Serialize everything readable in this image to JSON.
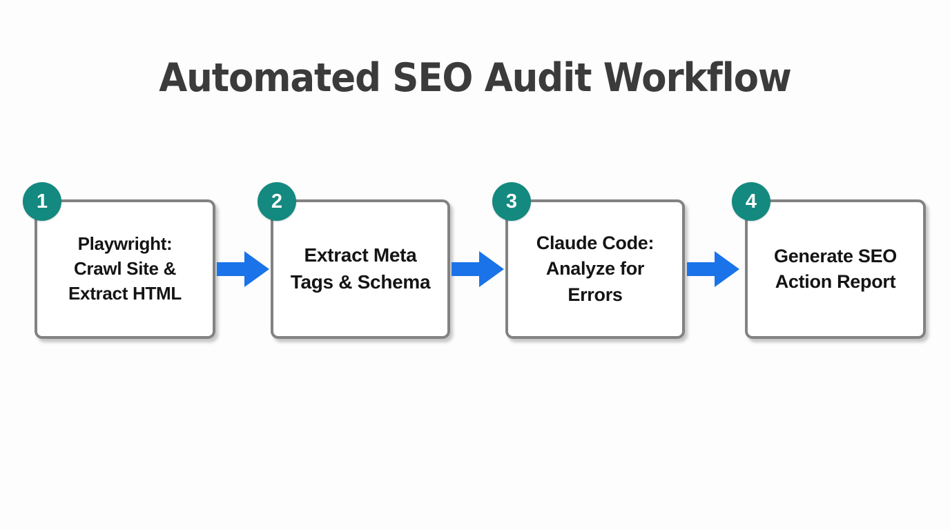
{
  "page": {
    "title": "Automated SEO Audit Workflow",
    "background_color": "#fdfdfd",
    "title_color": "#3b3b3b"
  },
  "theme": {
    "badge_color": "#13897f",
    "badge_text_color": "#ffffff",
    "box_border_color": "#828282",
    "box_fill_color": "#ffffff",
    "box_text_color": "#141414",
    "arrow_color": "#1a73e8"
  },
  "flow": {
    "type": "linear-process",
    "steps": [
      {
        "number": "1",
        "label": "Playwright:\nCrawl Site &\nExtract HTML",
        "icon": "step-number-badge"
      },
      {
        "number": "2",
        "label": "Extract Meta\nTags & Schema",
        "icon": "step-number-badge"
      },
      {
        "number": "3",
        "label": "Claude Code:\nAnalyze for\nErrors",
        "icon": "step-number-badge"
      },
      {
        "number": "4",
        "label": "Generate SEO\nAction Report",
        "icon": "step-number-badge"
      }
    ],
    "connectors": [
      {
        "from": "1",
        "to": "2",
        "icon": "right-arrow-icon"
      },
      {
        "from": "2",
        "to": "3",
        "icon": "right-arrow-icon"
      },
      {
        "from": "3",
        "to": "4",
        "icon": "right-arrow-icon"
      }
    ]
  }
}
